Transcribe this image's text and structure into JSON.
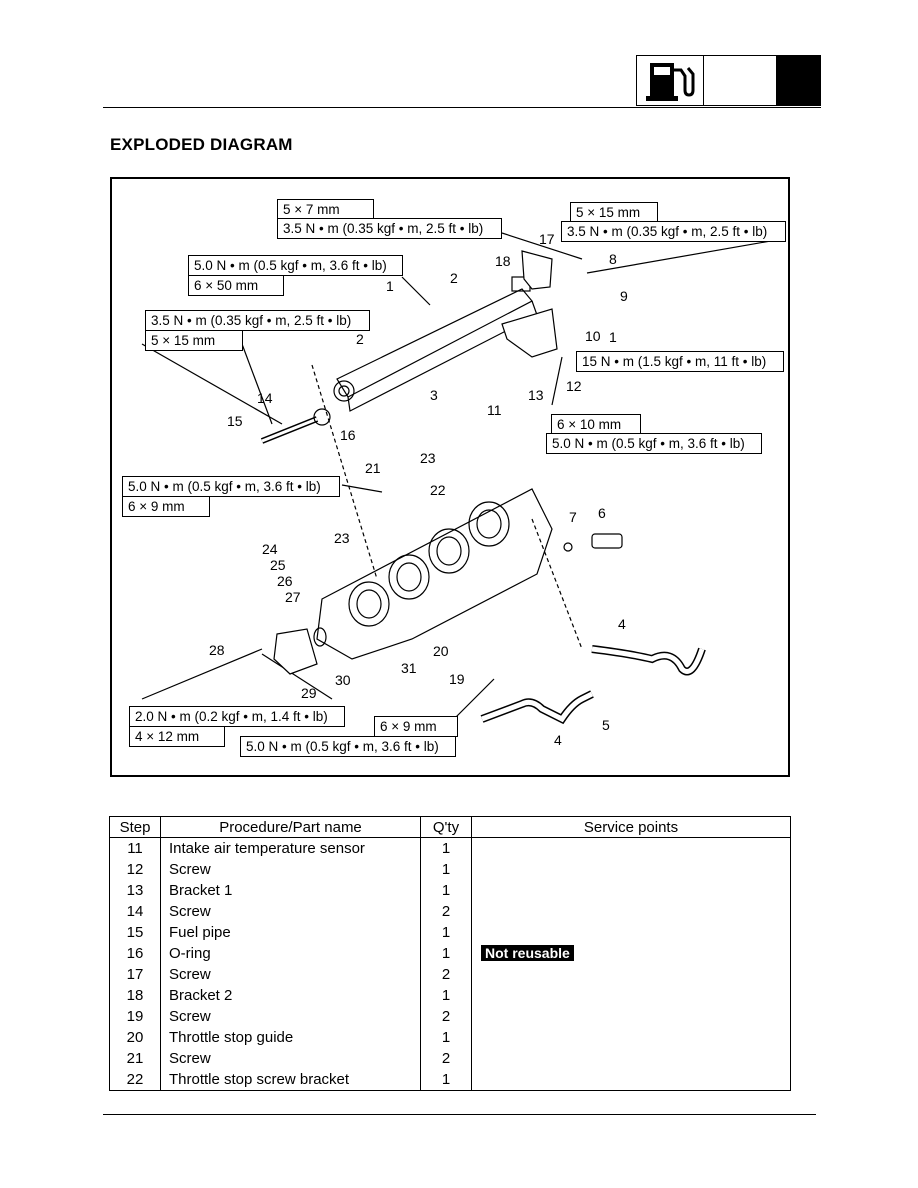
{
  "header": {
    "icon": "fuel-pump-icon"
  },
  "title": "EXPLODED DIAGRAM",
  "specs": {
    "s1": "5 × 7 mm",
    "s2": "3.5 N • m (0.35 kgf • m, 2.5 ft • lb)",
    "s3": "5 × 15 mm",
    "s4": "3.5 N • m (0.35 kgf • m, 2.5 ft • lb)",
    "s5": "5.0 N • m (0.5 kgf • m, 3.6 ft • lb)",
    "s6": "6 × 50 mm",
    "s7": "3.5 N • m (0.35 kgf • m, 2.5 ft • lb)",
    "s8": "5 × 15 mm",
    "s9": "15 N • m (1.5 kgf • m, 11 ft • lb)",
    "s10": "6 × 10 mm",
    "s11": "5.0 N • m (0.5 kgf • m, 3.6 ft • lb)",
    "s12": "5.0 N • m (0.5 kgf • m, 3.6 ft • lb)",
    "s13": "6 × 9 mm",
    "s14": "2.0 N • m (0.2 kgf • m, 1.4 ft • lb)",
    "s15": "4 × 12 mm",
    "s16": "6 × 9 mm",
    "s17": "5.0 N • m (0.5 kgf • m, 3.6 ft • lb)"
  },
  "callouts": {
    "n1a": "1",
    "n1b": "1",
    "n2a": "2",
    "n2b": "2",
    "n3": "3",
    "n4a": "4",
    "n4b": "4",
    "n5": "5",
    "n6": "6",
    "n7": "7",
    "n8": "8",
    "n9": "9",
    "n10": "10",
    "n11": "11",
    "n12": "12",
    "n13": "13",
    "n14": "14",
    "n15": "15",
    "n16": "16",
    "n17": "17",
    "n18": "18",
    "n19": "19",
    "n20": "20",
    "n21": "21",
    "n22": "22",
    "n23a": "23",
    "n23b": "23",
    "n24": "24",
    "n25": "25",
    "n26": "26",
    "n27": "27",
    "n28": "28",
    "n29": "29",
    "n30": "30",
    "n31": "31"
  },
  "table": {
    "headers": {
      "step": "Step",
      "name": "Procedure/Part name",
      "qty": "Q'ty",
      "svc": "Service points"
    },
    "rows": [
      {
        "step": "11",
        "name": "Intake air temperature sensor",
        "qty": "1",
        "svc": ""
      },
      {
        "step": "12",
        "name": "Screw",
        "qty": "1",
        "svc": ""
      },
      {
        "step": "13",
        "name": "Bracket 1",
        "qty": "1",
        "svc": ""
      },
      {
        "step": "14",
        "name": "Screw",
        "qty": "2",
        "svc": ""
      },
      {
        "step": "15",
        "name": "Fuel pipe",
        "qty": "1",
        "svc": ""
      },
      {
        "step": "16",
        "name": "O-ring",
        "qty": "1",
        "svc": "Not reusable"
      },
      {
        "step": "17",
        "name": "Screw",
        "qty": "2",
        "svc": ""
      },
      {
        "step": "18",
        "name": "Bracket 2",
        "qty": "1",
        "svc": ""
      },
      {
        "step": "19",
        "name": "Screw",
        "qty": "2",
        "svc": ""
      },
      {
        "step": "20",
        "name": "Throttle stop guide",
        "qty": "1",
        "svc": ""
      },
      {
        "step": "21",
        "name": "Screw",
        "qty": "2",
        "svc": ""
      },
      {
        "step": "22",
        "name": "Throttle stop screw bracket",
        "qty": "1",
        "svc": ""
      }
    ]
  }
}
